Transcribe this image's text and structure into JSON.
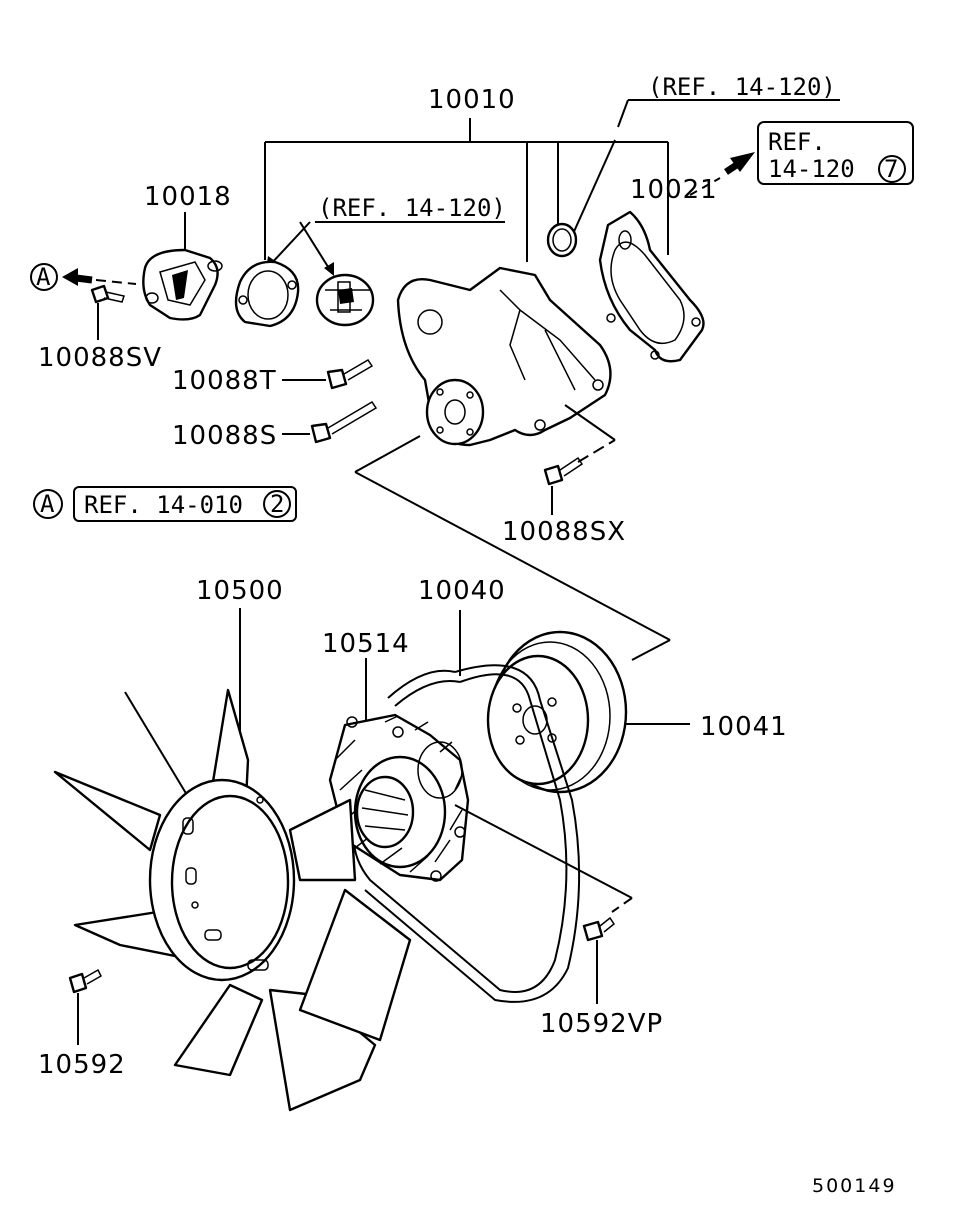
{
  "labels": {
    "p10010": "10010",
    "p10018": "10018",
    "p10021": "10021",
    "p10088sv": "10088SV",
    "p10088t": "10088T",
    "p10088s": "10088S",
    "p10088sx": "10088SX",
    "p10500": "10500",
    "p10040": "10040",
    "p10514": "10514",
    "p10041": "10041",
    "p10592": "10592",
    "p10592vp": "10592VP"
  },
  "refs": {
    "ref_top": "(REF. 14-120)",
    "ref_mid": "(REF. 14-120)",
    "ref_box_line1": "REF.",
    "ref_box_line2": "14-120",
    "ref_box_num": "7",
    "ref_a_text": "REF. 14-010",
    "ref_a_num": "2"
  },
  "markers": {
    "a_top": "A",
    "a_mid": "A"
  },
  "footer": {
    "code": "500149"
  },
  "icons": [
    "arrow-left-icon",
    "arrow-right-icon",
    "circle-a-marker"
  ]
}
